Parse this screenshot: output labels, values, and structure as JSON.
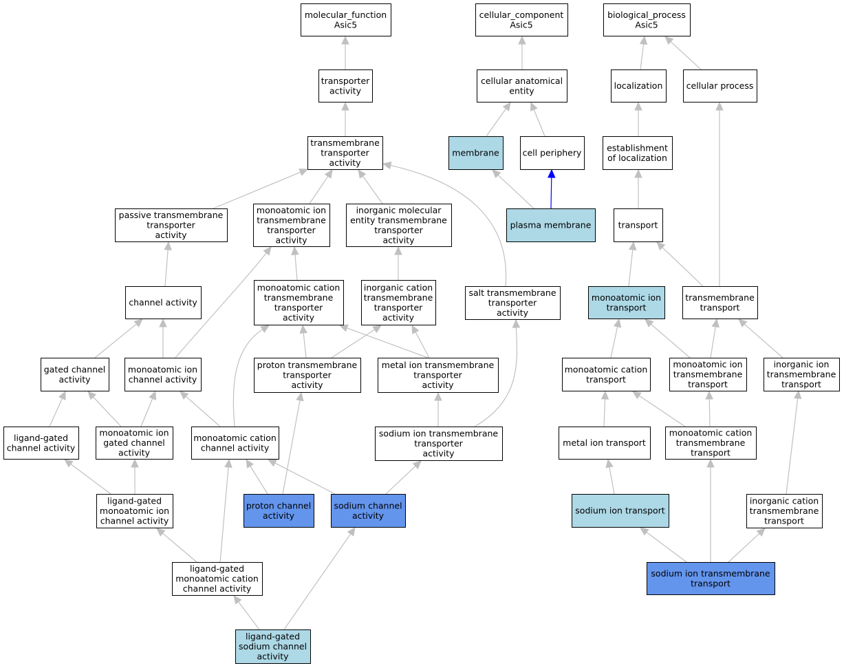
{
  "colors": {
    "default_fill": "#ffffff",
    "light_blue_fill": "#add8e6",
    "cornflower_fill": "#6495ed",
    "edge": "#c0c0c0",
    "highlight_edge": "#0000ff"
  },
  "nodes": [
    {
      "id": "mf_root",
      "lines": [
        "molecular_function",
        "Asic5"
      ],
      "style": "default"
    },
    {
      "id": "transporter_activity",
      "lines": [
        "transporter",
        "activity"
      ],
      "style": "default"
    },
    {
      "id": "tm_transporter_activity",
      "lines": [
        "transmembrane",
        "transporter",
        "activity"
      ],
      "style": "default"
    },
    {
      "id": "passive_tm_transporter",
      "lines": [
        "passive transmembrane",
        "transporter",
        "activity"
      ],
      "style": "default"
    },
    {
      "id": "mono_ion_tm_transporter",
      "lines": [
        "monoatomic ion",
        "transmembrane",
        "transporter",
        "activity"
      ],
      "style": "default"
    },
    {
      "id": "inorg_mol_tm_transporter",
      "lines": [
        "inorganic molecular",
        "entity transmembrane",
        "transporter",
        "activity"
      ],
      "style": "default"
    },
    {
      "id": "channel_activity",
      "lines": [
        "channel activity"
      ],
      "style": "default"
    },
    {
      "id": "mono_cation_tm_transporter",
      "lines": [
        "monoatomic cation",
        "transmembrane",
        "transporter",
        "activity"
      ],
      "style": "default"
    },
    {
      "id": "inorg_cation_tm_transporter",
      "lines": [
        "inorganic cation",
        "transmembrane",
        "transporter",
        "activity"
      ],
      "style": "default"
    },
    {
      "id": "salt_tm_transporter",
      "lines": [
        "salt transmembrane",
        "transporter",
        "activity"
      ],
      "style": "default"
    },
    {
      "id": "gated_channel",
      "lines": [
        "gated channel",
        "activity"
      ],
      "style": "default"
    },
    {
      "id": "mono_ion_channel",
      "lines": [
        "monoatomic ion",
        "channel activity"
      ],
      "style": "default"
    },
    {
      "id": "proton_tm_transporter",
      "lines": [
        "proton transmembrane",
        "transporter",
        "activity"
      ],
      "style": "default"
    },
    {
      "id": "metal_ion_tm_transporter",
      "lines": [
        "metal ion transmembrane",
        "transporter",
        "activity"
      ],
      "style": "default"
    },
    {
      "id": "ligand_gated_channel",
      "lines": [
        "ligand-gated",
        "channel activity"
      ],
      "style": "default"
    },
    {
      "id": "mono_ion_gated_channel",
      "lines": [
        "monoatomic ion",
        "gated channel",
        "activity"
      ],
      "style": "default"
    },
    {
      "id": "mono_cation_channel",
      "lines": [
        "monoatomic cation",
        "channel activity"
      ],
      "style": "default"
    },
    {
      "id": "sodium_ion_tm_transporter",
      "lines": [
        "sodium ion transmembrane",
        "transporter",
        "activity"
      ],
      "style": "default"
    },
    {
      "id": "ligand_gated_mono_ion_channel",
      "lines": [
        "ligand-gated",
        "monoatomic ion",
        "channel activity"
      ],
      "style": "default"
    },
    {
      "id": "proton_channel",
      "lines": [
        "proton channel",
        "activity"
      ],
      "style": "cornflower"
    },
    {
      "id": "sodium_channel",
      "lines": [
        "sodium channel",
        "activity"
      ],
      "style": "cornflower"
    },
    {
      "id": "ligand_gated_mono_cation_channel",
      "lines": [
        "ligand-gated",
        "monoatomic cation",
        "channel activity"
      ],
      "style": "default"
    },
    {
      "id": "ligand_gated_sodium_channel",
      "lines": [
        "ligand-gated",
        "sodium channel",
        "activity"
      ],
      "style": "lightblue"
    },
    {
      "id": "cc_root",
      "lines": [
        "cellular_component",
        "Asic5"
      ],
      "style": "default"
    },
    {
      "id": "cellular_anatomical_entity",
      "lines": [
        "cellular anatomical",
        "entity"
      ],
      "style": "default"
    },
    {
      "id": "membrane",
      "lines": [
        "membrane"
      ],
      "style": "lightblue"
    },
    {
      "id": "cell_periphery",
      "lines": [
        "cell periphery"
      ],
      "style": "default"
    },
    {
      "id": "plasma_membrane",
      "lines": [
        "plasma membrane"
      ],
      "style": "lightblue"
    },
    {
      "id": "bp_root",
      "lines": [
        "biological_process",
        "Asic5"
      ],
      "style": "default"
    },
    {
      "id": "localization",
      "lines": [
        "localization"
      ],
      "style": "default"
    },
    {
      "id": "cellular_process",
      "lines": [
        "cellular process"
      ],
      "style": "default"
    },
    {
      "id": "establishment_localization",
      "lines": [
        "establishment",
        "of localization"
      ],
      "style": "default"
    },
    {
      "id": "transport",
      "lines": [
        "transport"
      ],
      "style": "default"
    },
    {
      "id": "mono_ion_transport",
      "lines": [
        "monoatomic ion",
        "transport"
      ],
      "style": "lightblue"
    },
    {
      "id": "tm_transport",
      "lines": [
        "transmembrane",
        "transport"
      ],
      "style": "default"
    },
    {
      "id": "mono_cation_transport",
      "lines": [
        "monoatomic cation",
        "transport"
      ],
      "style": "default"
    },
    {
      "id": "mono_ion_tm_transport",
      "lines": [
        "monoatomic ion",
        "transmembrane",
        "transport"
      ],
      "style": "default"
    },
    {
      "id": "inorg_ion_tm_transport",
      "lines": [
        "inorganic ion",
        "transmembrane",
        "transport"
      ],
      "style": "default"
    },
    {
      "id": "metal_ion_transport",
      "lines": [
        "metal ion transport"
      ],
      "style": "default"
    },
    {
      "id": "mono_cation_tm_transport",
      "lines": [
        "monoatomic cation",
        "transmembrane",
        "transport"
      ],
      "style": "default"
    },
    {
      "id": "sodium_ion_transport",
      "lines": [
        "sodium ion transport"
      ],
      "style": "lightblue"
    },
    {
      "id": "inorg_cation_tm_transport",
      "lines": [
        "inorganic cation",
        "transmembrane",
        "transport"
      ],
      "style": "default"
    },
    {
      "id": "sodium_ion_tm_transport",
      "lines": [
        "sodium ion transmembrane",
        "transport"
      ],
      "style": "cornflower"
    }
  ],
  "edges": [
    {
      "from": "transporter_activity",
      "to": "mf_root"
    },
    {
      "from": "tm_transporter_activity",
      "to": "transporter_activity"
    },
    {
      "from": "passive_tm_transporter",
      "to": "tm_transporter_activity"
    },
    {
      "from": "mono_ion_tm_transporter",
      "to": "tm_transporter_activity"
    },
    {
      "from": "inorg_mol_tm_transporter",
      "to": "tm_transporter_activity"
    },
    {
      "from": "salt_tm_transporter",
      "to": "tm_transporter_activity"
    },
    {
      "from": "channel_activity",
      "to": "passive_tm_transporter"
    },
    {
      "from": "mono_cation_tm_transporter",
      "to": "mono_ion_tm_transporter"
    },
    {
      "from": "inorg_cation_tm_transporter",
      "to": "inorg_mol_tm_transporter"
    },
    {
      "from": "gated_channel",
      "to": "channel_activity"
    },
    {
      "from": "mono_ion_channel",
      "to": "channel_activity"
    },
    {
      "from": "mono_ion_channel",
      "to": "mono_ion_tm_transporter"
    },
    {
      "from": "proton_tm_transporter",
      "to": "mono_cation_tm_transporter"
    },
    {
      "from": "proton_tm_transporter",
      "to": "inorg_cation_tm_transporter"
    },
    {
      "from": "metal_ion_tm_transporter",
      "to": "mono_cation_tm_transporter"
    },
    {
      "from": "metal_ion_tm_transporter",
      "to": "inorg_cation_tm_transporter"
    },
    {
      "from": "ligand_gated_channel",
      "to": "gated_channel"
    },
    {
      "from": "mono_ion_gated_channel",
      "to": "gated_channel"
    },
    {
      "from": "mono_ion_gated_channel",
      "to": "mono_ion_channel"
    },
    {
      "from": "mono_cation_channel",
      "to": "mono_ion_channel"
    },
    {
      "from": "mono_cation_channel",
      "to": "mono_cation_tm_transporter"
    },
    {
      "from": "sodium_ion_tm_transporter",
      "to": "metal_ion_tm_transporter"
    },
    {
      "from": "sodium_ion_tm_transporter",
      "to": "salt_tm_transporter"
    },
    {
      "from": "ligand_gated_mono_ion_channel",
      "to": "ligand_gated_channel"
    },
    {
      "from": "ligand_gated_mono_ion_channel",
      "to": "mono_ion_gated_channel"
    },
    {
      "from": "proton_channel",
      "to": "mono_cation_channel"
    },
    {
      "from": "proton_channel",
      "to": "proton_tm_transporter"
    },
    {
      "from": "sodium_channel",
      "to": "mono_cation_channel"
    },
    {
      "from": "sodium_channel",
      "to": "sodium_ion_tm_transporter"
    },
    {
      "from": "ligand_gated_mono_cation_channel",
      "to": "ligand_gated_mono_ion_channel"
    },
    {
      "from": "ligand_gated_mono_cation_channel",
      "to": "mono_cation_channel"
    },
    {
      "from": "ligand_gated_sodium_channel",
      "to": "ligand_gated_mono_cation_channel"
    },
    {
      "from": "ligand_gated_sodium_channel",
      "to": "sodium_channel"
    },
    {
      "from": "cellular_anatomical_entity",
      "to": "cc_root"
    },
    {
      "from": "membrane",
      "to": "cellular_anatomical_entity"
    },
    {
      "from": "cell_periphery",
      "to": "cellular_anatomical_entity"
    },
    {
      "from": "plasma_membrane",
      "to": "membrane"
    },
    {
      "from": "plasma_membrane",
      "to": "cell_periphery",
      "highlight": true
    },
    {
      "from": "localization",
      "to": "bp_root"
    },
    {
      "from": "cellular_process",
      "to": "bp_root"
    },
    {
      "from": "establishment_localization",
      "to": "localization"
    },
    {
      "from": "transport",
      "to": "establishment_localization"
    },
    {
      "from": "mono_ion_transport",
      "to": "transport"
    },
    {
      "from": "tm_transport",
      "to": "transport"
    },
    {
      "from": "tm_transport",
      "to": "cellular_process"
    },
    {
      "from": "mono_cation_transport",
      "to": "mono_ion_transport"
    },
    {
      "from": "mono_ion_tm_transport",
      "to": "mono_ion_transport"
    },
    {
      "from": "mono_ion_tm_transport",
      "to": "tm_transport"
    },
    {
      "from": "inorg_ion_tm_transport",
      "to": "tm_transport"
    },
    {
      "from": "metal_ion_transport",
      "to": "mono_cation_transport"
    },
    {
      "from": "mono_cation_tm_transport",
      "to": "mono_cation_transport"
    },
    {
      "from": "mono_cation_tm_transport",
      "to": "mono_ion_tm_transport"
    },
    {
      "from": "sodium_ion_transport",
      "to": "metal_ion_transport"
    },
    {
      "from": "inorg_cation_tm_transport",
      "to": "inorg_ion_tm_transport"
    },
    {
      "from": "sodium_ion_tm_transport",
      "to": "sodium_ion_transport"
    },
    {
      "from": "sodium_ion_tm_transport",
      "to": "mono_cation_tm_transport"
    },
    {
      "from": "sodium_ion_tm_transport",
      "to": "inorg_cation_tm_transport"
    }
  ]
}
